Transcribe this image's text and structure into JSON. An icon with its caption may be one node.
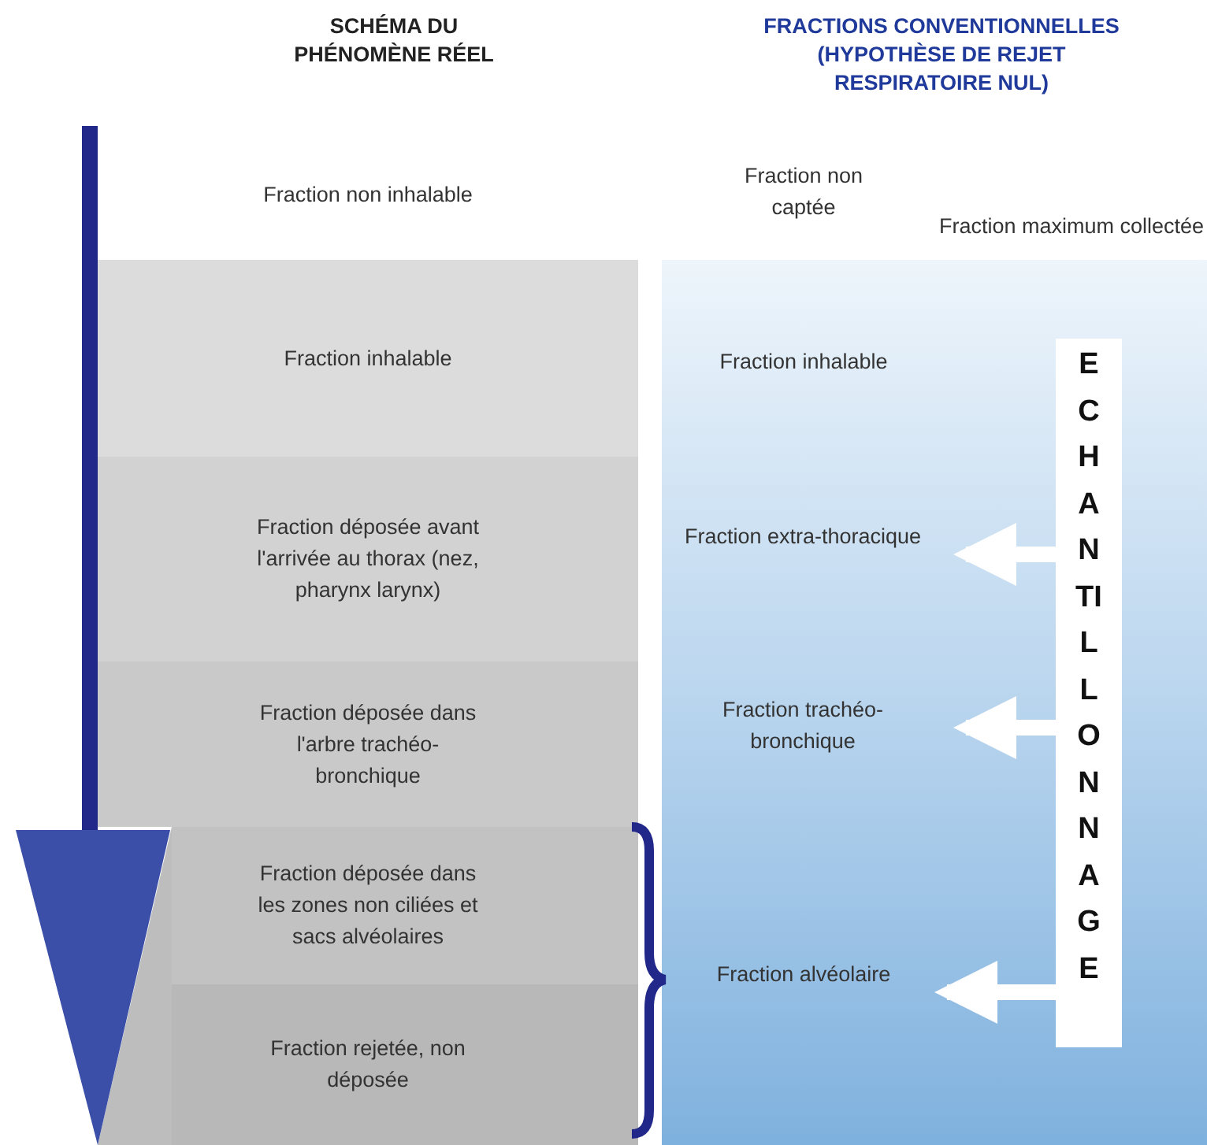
{
  "diagram": {
    "nodes": [
      {
        "text": [
          "Fraction non inhalable"
        ]
      },
      {
        "text": [
          "Fraction inhalable"
        ]
      },
      {
        "text": [
          "Fraction déposée avant l'arrivée au thorax (nez, pharynx larynx)"
        ]
      },
      {
        "text": [
          "Fraction déposée dans l'arbre trachéo-bronchique"
        ]
      },
      {
        "text": [
          "Fraction déposée dans les zones non ciliées et sacs alvéolaires"
        ]
      },
      {
        "text": [
          "Fraction rejetée, non déposée"
        ]
      },
      {
        "text": [
          "Fraction non captée"
        ]
      },
      {
        "text": [
          "Fraction maximum collectée"
        ]
      },
      {
        "text": [
          "Fraction inhalable"
        ]
      },
      {
        "text": [
          "Fraction extra-thoracique"
        ]
      },
      {
        "text": [
          "Fraction trachéo-bronchique"
        ]
      },
      {
        "text": [
          "Fraction alvéolaire"
        ]
      },
      {
        "text": [
          "ECHANTILLONNAGE"
        ]
      }
    ],
    "edges": [
      {
        "from": 12,
        "to": 9,
        "arrow": "to"
      },
      {
        "from": 12,
        "to": 10,
        "arrow": "to"
      },
      {
        "from": 12,
        "to": 11,
        "arrow": "to"
      }
    ],
    "labels": [
      "SCHÉMA DU PHÉNOMÈNE RÉEL",
      "FRACTIONS CONVENTIONNELLES (HYPOTHÈSE DE REJET RESPIRATOIRE NUL)"
    ]
  }
}
